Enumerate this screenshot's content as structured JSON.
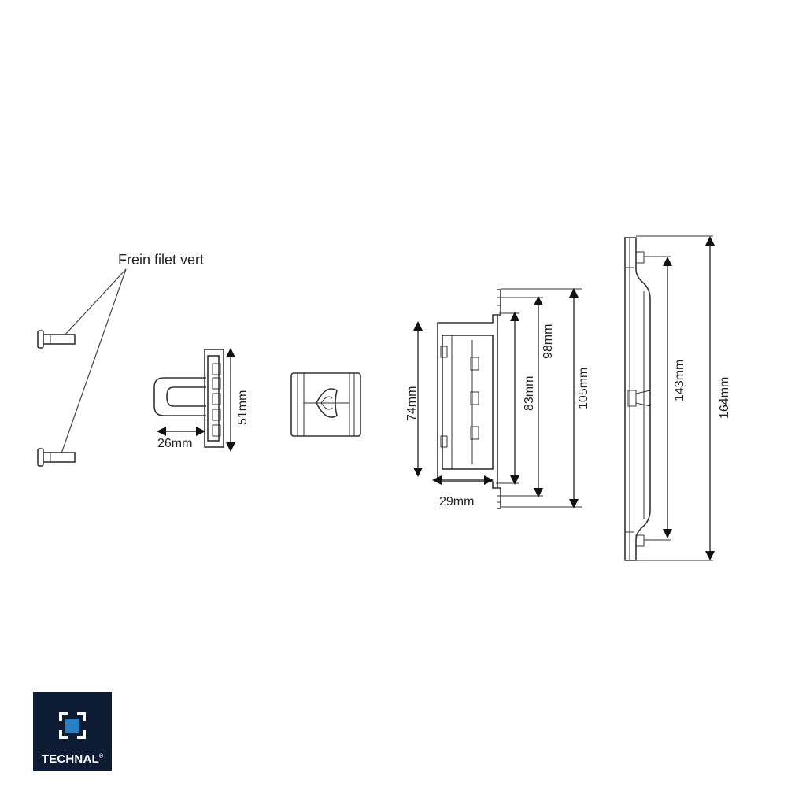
{
  "callout": {
    "label": "Frein filet vert"
  },
  "dimensions": {
    "latch_depth": "26mm",
    "latch_height": "51mm",
    "bracket_inner": "74mm",
    "bracket_depth": "29mm",
    "bracket_a": "83mm",
    "bracket_b": "98mm",
    "bracket_c": "105mm",
    "plate_inner": "143mm",
    "plate_total": "164mm"
  },
  "logo": {
    "text": "TECHNAL",
    "registered": "®",
    "color": "#0e1c33",
    "accent": "#2a7fc4"
  }
}
